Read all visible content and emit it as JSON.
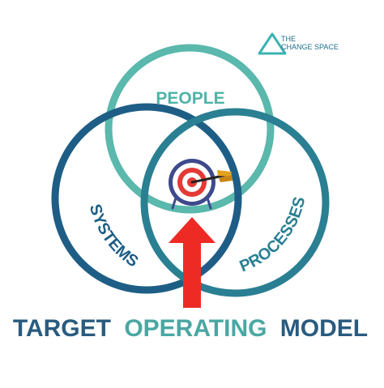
{
  "brand": {
    "line1": "THE",
    "line2": "CHANGE SPACE"
  },
  "diagram": {
    "circles": [
      {
        "label": "PEOPLE"
      },
      {
        "label": "SYSTEMS"
      },
      {
        "label": "PROCESSES"
      }
    ],
    "footer_title": {
      "word1": "TARGET",
      "word2": "OPERATING",
      "word3": "MODEL"
    }
  },
  "colors": {
    "people_ring": "#5ab8ad",
    "people_text": "#4fb3a8",
    "systems_ring": "#1e5e86",
    "processes_ring": "#2a7f92",
    "footer_dark": "#2a5b7f",
    "footer_teal": "#4aa7a3",
    "arrow_red": "#ee2a24",
    "target_red": "#e53935",
    "target_blue": "#3e4a8c",
    "dart_gold": "#e3a21a"
  }
}
